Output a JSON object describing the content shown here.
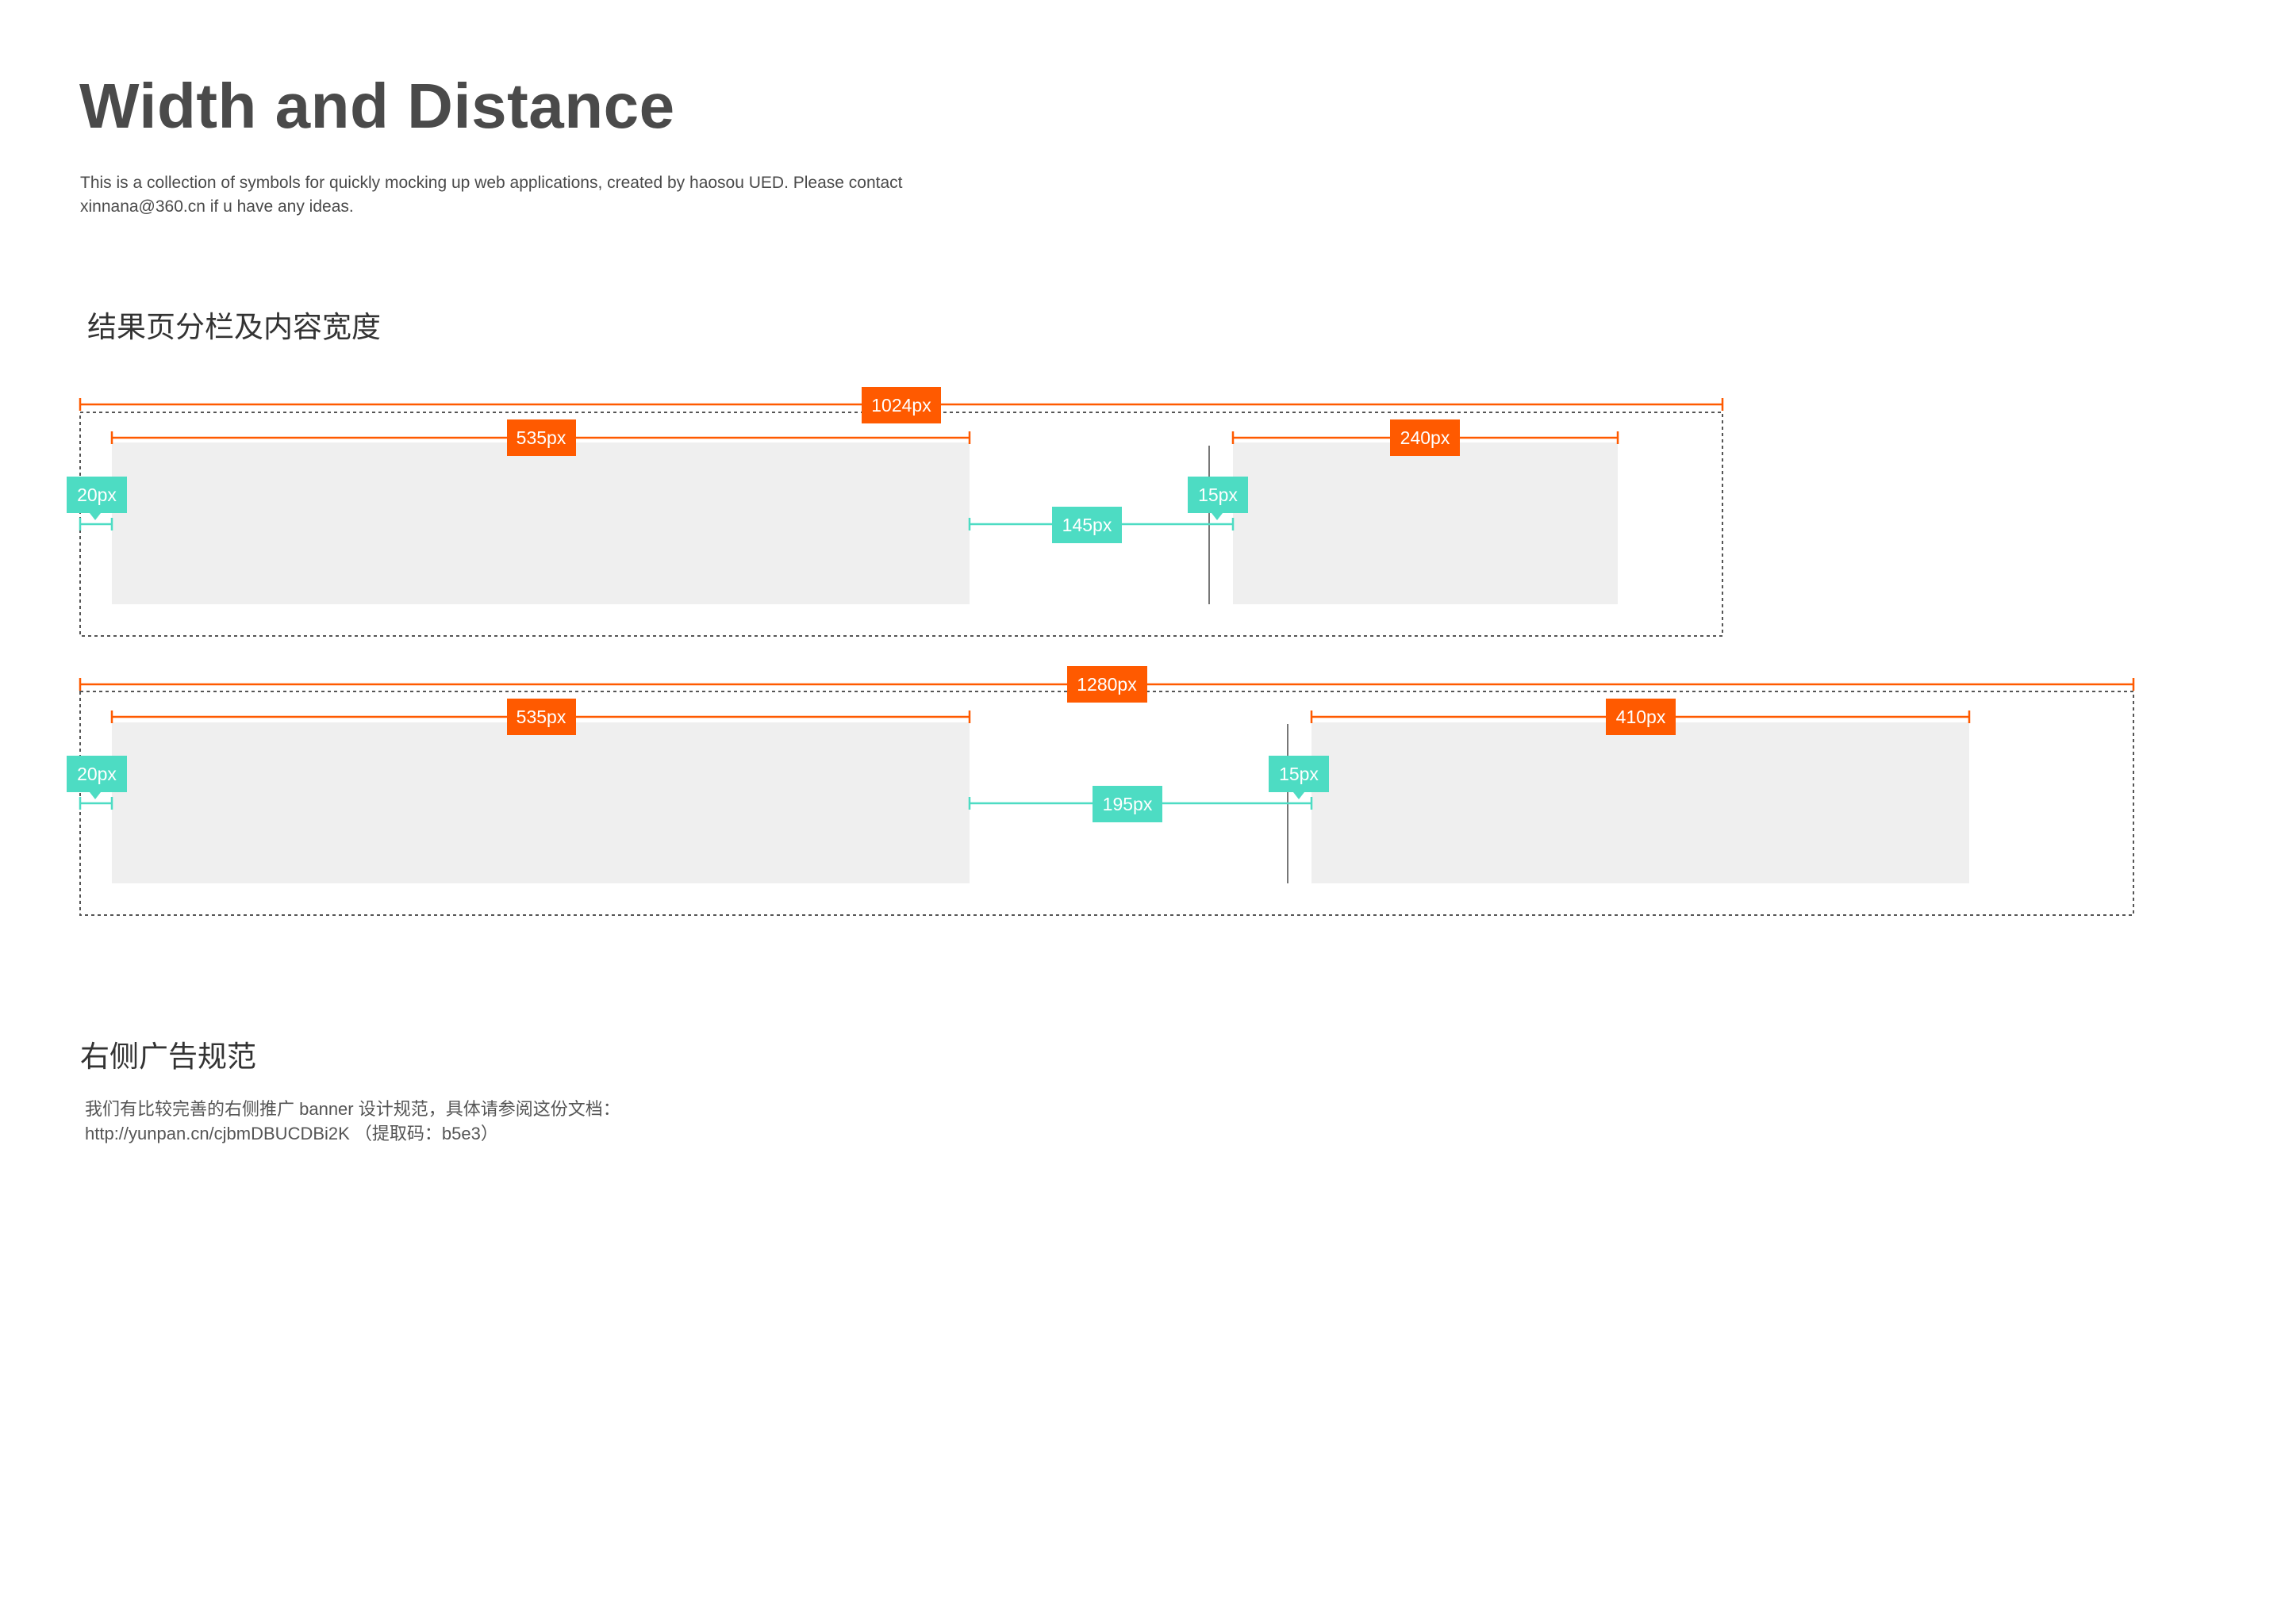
{
  "header": {
    "title": "Width and Distance",
    "description_line1": "This is a collection of symbols for quickly mocking up web applications, created by haosou UED. Please contact",
    "description_line2": "xinnana@360.cn if u have any ideas."
  },
  "section_layout": {
    "title": "结果页分栏及内容宽度"
  },
  "diagram_1024": {
    "container_width_label": "1024px",
    "left_margin_label": "20px",
    "main_width_label": "535px",
    "gap_label": "145px",
    "side_margin_label": "15px",
    "side_width_label": "240px"
  },
  "diagram_1280": {
    "container_width_label": "1280px",
    "left_margin_label": "20px",
    "main_width_label": "535px",
    "gap_label": "195px",
    "side_margin_label": "15px",
    "side_width_label": "410px"
  },
  "section_ads": {
    "title": "右侧广告规范",
    "line1": "我们有比较完善的右侧推广 banner 设计规范，具体请参阅这份文档：",
    "line2": "http://yunpan.cn/cjbmDBUCDBi2K （提取码：b5e3）"
  },
  "colors": {
    "orange": "#ff5a00",
    "teal": "#4ddcc3",
    "block": "#efefef",
    "text": "#4a4a4a"
  }
}
